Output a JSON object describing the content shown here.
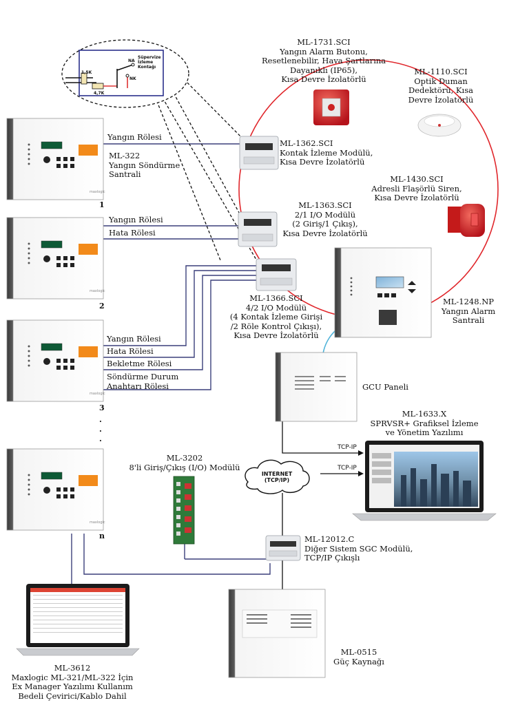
{
  "panels": {
    "p1": {
      "model": "ML-322",
      "name_lines": [
        "Yangın Söndürme",
        "Santrali"
      ],
      "index": "1"
    },
    "p2": {
      "index": "2"
    },
    "p3": {
      "index": "3"
    },
    "pn": {
      "index": "n"
    },
    "ellipsis": ".\n.\n."
  },
  "relays": {
    "r1": "Yangın Rölesi",
    "r2a": "Yangın Rölesi",
    "r2b": "Hata Rölesi",
    "r3a": "Yangın Rölesi",
    "r3b": "Hata Rölesi",
    "r3c": "Bekletme Rölesi",
    "r3d1": "Söndürme Durum",
    "r3d2": "Anahtarı Rölesi"
  },
  "devices": {
    "ml1731": {
      "lines": [
        "ML-1731.SCI",
        "Yangın Alarm Butonu,",
        "Resetlenebilir, Hava Şartlarına",
        "Dayanıklı (IP65),",
        "Kısa Devre İzolatörlü"
      ]
    },
    "ml1110": {
      "lines": [
        "ML-1110.SCI",
        "Optik Duman",
        "Dedektörü, Kısa",
        "Devre İzolatörlü"
      ]
    },
    "ml1362": {
      "lines": [
        "ML-1362.SCI",
        "Kontak İzleme Modülü,",
        "Kısa Devre İzolatörlü"
      ]
    },
    "ml1430": {
      "lines": [
        "ML-1430.SCI",
        "Adresli Flaşörlü Siren,",
        "Kısa Devre İzolatörlü"
      ]
    },
    "ml1363": {
      "lines": [
        "ML-1363.SCI",
        "2/1 I/O Modülü",
        "(2 Giriş/1 Çıkış),",
        "Kısa Devre İzolatörlü"
      ]
    },
    "ml1366": {
      "lines": [
        "ML-1366.SCI",
        "4/2 I/O Modülü",
        "(4 Kontak İzleme Girişi",
        "/2 Röle Kontrol Çıkışı),",
        "Kısa Devre İzolatörlü"
      ]
    },
    "ml1248": {
      "lines": [
        "ML-1248.NP",
        "Yangın Alarm",
        "Santrali"
      ]
    },
    "gcu": {
      "lines": [
        "GCU Paneli"
      ]
    },
    "ml1633": {
      "lines": [
        "ML-1633.X",
        "SPRVSR+ Grafiksel İzleme",
        "ve Yönetim Yazılımı"
      ]
    },
    "ml3202": {
      "lines": [
        "ML-3202",
        "8'li Giriş/Çıkış (I/O) Modülü"
      ]
    },
    "ml12012": {
      "lines": [
        "ML-12012.C",
        "Diğer Sistem SGC Modülü,",
        "TCP/IP Çıkışlı"
      ]
    },
    "ml0515": {
      "lines": [
        "ML-0515",
        "Güç Kaynağı"
      ]
    },
    "ml3612": {
      "lines": [
        "ML-3612",
        "Maxlogic ML-321/ML-322 İçin",
        "Ex Manager Yazılımı Kullanım",
        "Bedeli Çevirici/Kablo Dahil"
      ]
    }
  },
  "network": {
    "tcp1": "TCP-IP",
    "tcp2": "TCP-IP",
    "internet1": "INTERNET",
    "internet2": "(TCP/IP)"
  },
  "inset": {
    "label_lines": [
      "Süpervize",
      "İzleme",
      "Kontağı"
    ],
    "na": "NA",
    "nk": "NK",
    "res1": "1,5K",
    "res2": "4,7K"
  },
  "colors": {
    "loop": "#e0262b",
    "wire": "#3a3f7a",
    "eth": "#4fb3d9",
    "black": "#111111"
  }
}
